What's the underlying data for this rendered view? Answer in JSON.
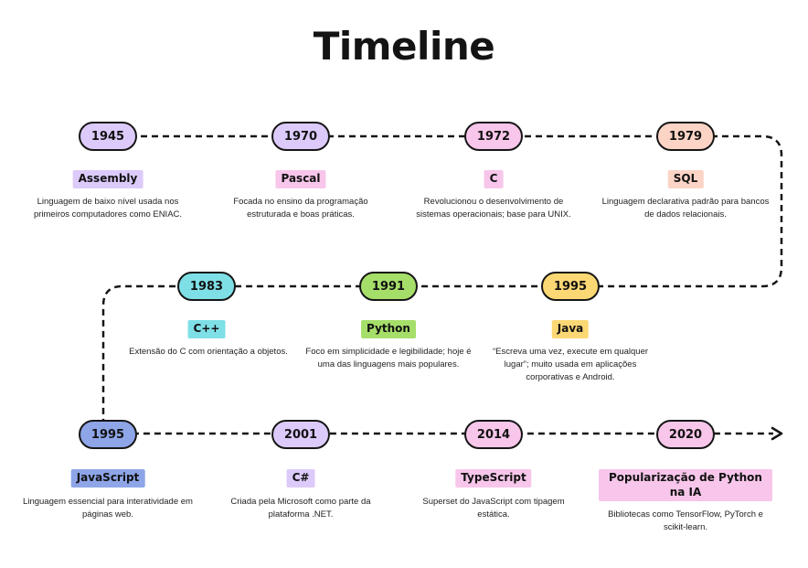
{
  "title": "Timeline",
  "colors": {
    "purple": "#dccbfa",
    "pink": "#f7c6ea",
    "peach": "#fcd4c6",
    "cyan": "#7fdfe6",
    "green": "#a6de6a",
    "yellow": "#fcd874",
    "blue": "#8ea5e8",
    "line": "#161616"
  },
  "events": [
    {
      "year": "1945",
      "name": "Assembly",
      "desc": "Linguagem de baixo nível usada nos primeiros computadores como ENIAC.",
      "pill_color": "#dccbfa",
      "label_color": "#dccbfa"
    },
    {
      "year": "1970",
      "name": "Pascal",
      "desc": "Focada no ensino da programação estruturada e boas práticas.",
      "pill_color": "#dccbfa",
      "label_color": "#f7c6ea"
    },
    {
      "year": "1972",
      "name": "C",
      "desc": "Revolucionou o desenvolvimento de sistemas operacionais; base para UNIX.",
      "pill_color": "#f7c6ea",
      "label_color": "#f7c6ea"
    },
    {
      "year": "1979",
      "name": "SQL",
      "desc": "Linguagem declarativa padrão para bancos de dados relacionais.",
      "pill_color": "#fcd4c6",
      "label_color": "#fcd4c6"
    },
    {
      "year": "1983",
      "name": "C++",
      "desc": "Extensão do C com orientação a objetos.",
      "pill_color": "#7fdfe6",
      "label_color": "#7fdfe6"
    },
    {
      "year": "1991",
      "name": "Python",
      "desc": "Foco em simplicidade e legibilidade; hoje é uma das linguagens mais populares.",
      "pill_color": "#a6de6a",
      "label_color": "#a6de6a"
    },
    {
      "year": "1995",
      "name": "Java",
      "desc": "“Escreva uma vez, execute em qualquer lugar”; muito usada em aplicações corporativas e Android.",
      "pill_color": "#fcd874",
      "label_color": "#fcd874"
    },
    {
      "year": "1995",
      "name": "JavaScript",
      "desc": "Linguagem essencial para interatividade em páginas web.",
      "pill_color": "#8ea5e8",
      "label_color": "#8ea5e8"
    },
    {
      "year": "2001",
      "name": "C#",
      "desc": "Criada pela Microsoft como parte da plataforma .NET.",
      "pill_color": "#dccbfa",
      "label_color": "#dccbfa"
    },
    {
      "year": "2014",
      "name": "TypeScript",
      "desc": "Superset do JavaScript com tipagem estática.",
      "pill_color": "#f7c6ea",
      "label_color": "#f7c6ea"
    },
    {
      "year": "2020",
      "name": "Popularização de Python na IA",
      "desc": "Bibliotecas como TensorFlow, PyTorch e scikit-learn.",
      "pill_color": "#f7c6ea",
      "label_color": "#f7c6ea"
    }
  ]
}
